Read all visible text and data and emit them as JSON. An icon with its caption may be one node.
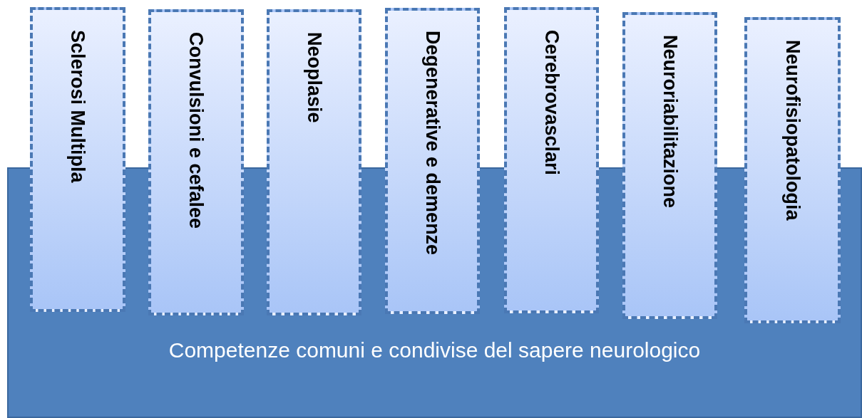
{
  "diagram": {
    "nodes": [
      {
        "text": [
          "Sclerosi Multipla"
        ]
      },
      {
        "text": [
          "Convulsioni e cefalee"
        ]
      },
      {
        "text": [
          "Neoplasie"
        ]
      },
      {
        "text": [
          "Degenerative e demenze"
        ]
      },
      {
        "text": [
          "Cerebrovasclari"
        ]
      },
      {
        "text": [
          "Neuroriabilitazione"
        ]
      },
      {
        "text": [
          "Neurofisiopatologia"
        ]
      },
      {
        "text": [
          "Competenze comuni e condivise del sapere neurologico"
        ]
      }
    ]
  }
}
